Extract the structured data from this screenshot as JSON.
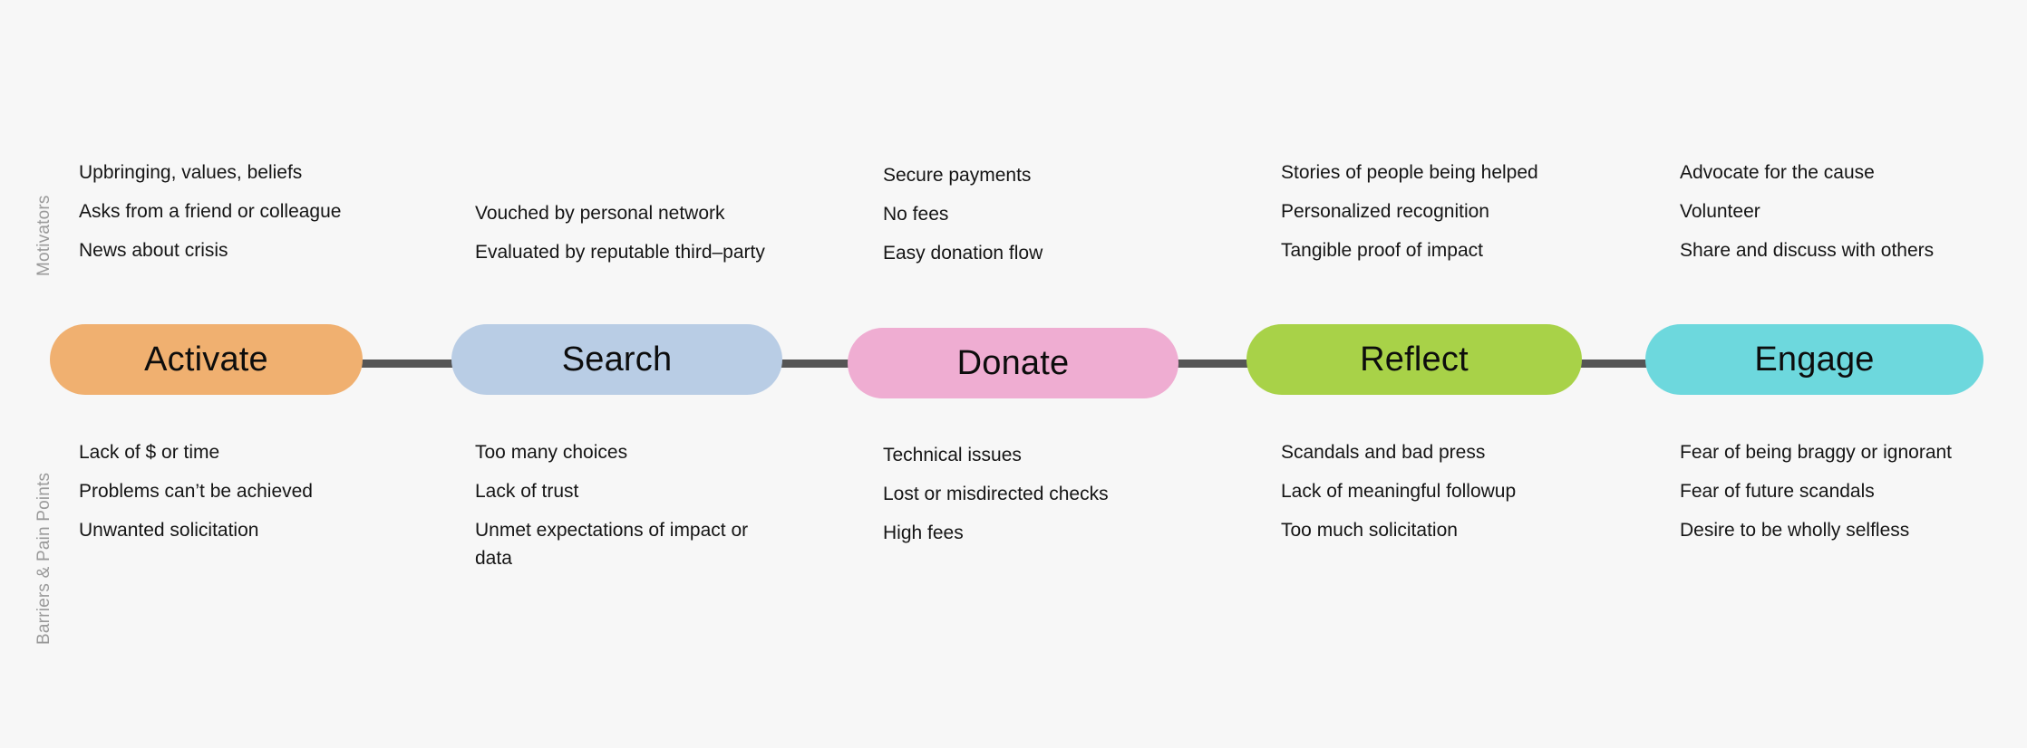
{
  "axes": {
    "motivators_label": "Motivators",
    "barriers_label": "Barriers & Pain Points"
  },
  "colors": {
    "background": "#f7f7f7",
    "connector": "#555555",
    "text": "#151515",
    "axis_label": "#9a9a9a"
  },
  "stages": [
    {
      "name": "Activate",
      "color": "#f0b070",
      "motivators": [
        "Upbringing, values, beliefs",
        "Asks from a friend or colleague",
        "News about crisis"
      ],
      "barriers": [
        "Lack of $ or time",
        "Problems can’t be achieved",
        "Unwanted solicitation"
      ]
    },
    {
      "name": "Search",
      "color": "#b9cde5",
      "motivators": [
        "Vouched by personal network",
        "Evaluated by reputable third–party"
      ],
      "barriers": [
        "Too many choices",
        "Lack of trust",
        "Unmet expectations of impact or\ndata"
      ]
    },
    {
      "name": "Donate",
      "color": "#efadd2",
      "motivators": [
        "Secure payments",
        "No fees",
        "Easy donation flow"
      ],
      "barriers": [
        "Technical issues",
        "Lost or misdirected checks",
        "High fees"
      ]
    },
    {
      "name": "Reflect",
      "color": "#a8d248",
      "motivators": [
        "Stories of people being helped",
        "Personalized recognition",
        "Tangible proof of impact"
      ],
      "barriers": [
        "Scandals and bad press",
        "Lack of meaningful followup",
        "Too much solicitation"
      ]
    },
    {
      "name": "Engage",
      "color": "#6dd8dd",
      "motivators": [
        "Advocate for the cause",
        "Volunteer",
        "Share and discuss with others"
      ],
      "barriers": [
        "Fear of being braggy or ignorant",
        "Fear of future scandals",
        "Desire to be wholly selfless"
      ]
    }
  ]
}
